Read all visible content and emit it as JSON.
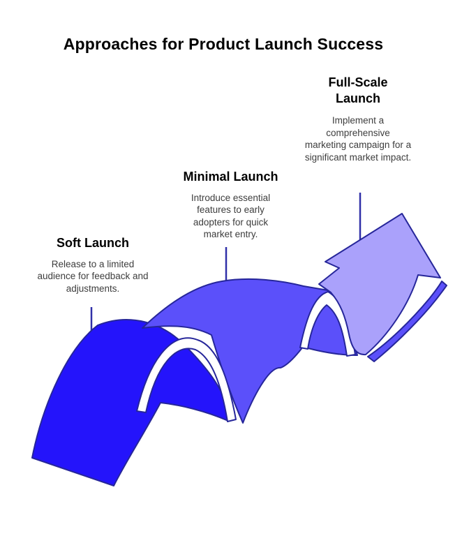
{
  "title": "Approaches for Product Launch Success",
  "stages": [
    {
      "name": "Soft Launch",
      "description": "Release to a limited audience for feedback and adjustments.",
      "color": "#2414fb"
    },
    {
      "name": "Minimal Launch",
      "description": "Introduce essential features to early adopters for quick market entry.",
      "color": "#5b50fa"
    },
    {
      "name": "Full-Scale Launch",
      "description": "Implement a comprehensive marketing campaign for a significant market impact.",
      "color": "#aaa1fb"
    }
  ],
  "ribbon": {
    "connector_color": "#3030a8",
    "outline_color": "#26269a",
    "fold_color": "#ffffff"
  }
}
